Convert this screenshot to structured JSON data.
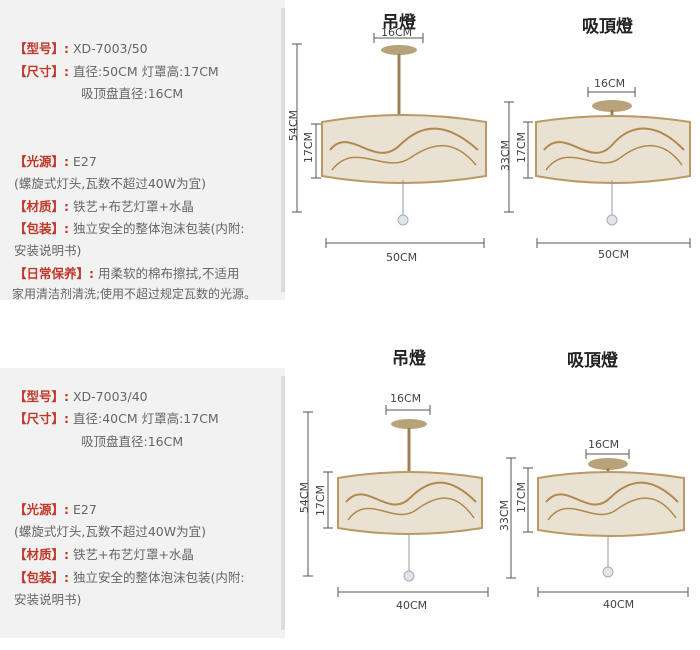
{
  "panels": [
    {
      "spec": {
        "model_key": "【型号】:",
        "model_val": "XD-7003/50",
        "size_key": "【尺寸】:",
        "size_val": "直径:50CM 灯罩高:17CM",
        "size_val2": "吸顶盘直径:16CM",
        "light_key": "【光源】:",
        "light_val": "E27",
        "light_note": "(螺旋式灯头,瓦数不超过40W为宜)",
        "material_key": "【材质】:",
        "material_val": "铁艺+布艺灯罩+水晶",
        "pack_key": "【包装】:",
        "pack_val": "独立安全的整体泡沫包装(内附:",
        "pack_val2": "安装说明书)",
        "care_key": "【日常保养】:",
        "care_val": "用柔软的棉布擦拭,不适用",
        "care_val2": "家用清洁剂清洗;使用不超过规定瓦数的光源。"
      },
      "pendant": {
        "title": "吊燈",
        "top": "16CM",
        "height": "54CM",
        "shade": "17CM",
        "width": "50CM"
      },
      "ceiling": {
        "title": "吸頂燈",
        "top": "16CM",
        "height": "33CM",
        "shade": "17CM",
        "width": "50CM"
      }
    },
    {
      "spec": {
        "model_key": "【型号】:",
        "model_val": "XD-7003/40",
        "size_key": "【尺寸】:",
        "size_val": "直径:40CM 灯罩高:17CM",
        "size_val2": "吸顶盘直径:16CM",
        "light_key": "【光源】:",
        "light_val": "E27",
        "light_note": "(螺旋式灯头,瓦数不超过40W为宜)",
        "material_key": "【材质】:",
        "material_val": "铁艺+布艺灯罩+水晶",
        "pack_key": "【包装】:",
        "pack_val": "独立安全的整体泡沫包装(内附:",
        "pack_val2": "安装说明书)"
      },
      "pendant": {
        "title": "吊燈",
        "top": "16CM",
        "height": "54CM",
        "shade": "17CM",
        "width": "40CM"
      },
      "ceiling": {
        "title": "吸頂燈",
        "top": "16CM",
        "height": "33CM",
        "shade": "17CM",
        "width": "40CM"
      }
    }
  ]
}
